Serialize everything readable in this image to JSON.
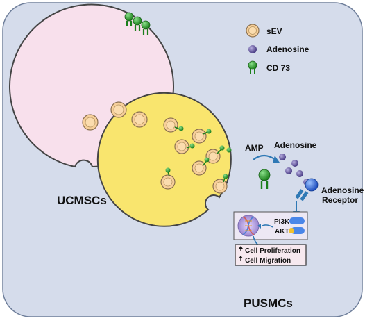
{
  "legend": {
    "sev": "sEV",
    "adenosine": "Adenosine",
    "cd73": "CD 73"
  },
  "cells": {
    "donor": "UCMSCs",
    "recipient": "PUSMCs"
  },
  "pathway": {
    "amp": "AMP",
    "adenosine": "Adenosine",
    "receptor_line1": "Adenosine",
    "receptor_line2": "Receptor",
    "pi3k": "PI3K",
    "akt": "AKT",
    "effect_1": "Cell Proliferation",
    "effect_2": "Cell Migration"
  },
  "colors": {
    "background": "#d5dceb",
    "donor_cell": "#f8e0ec",
    "recipient_cell": "#f9e56e",
    "sev_fill": "#f7cf9a",
    "adenosine": "#6a5a9e",
    "cd73": "#2ca02c",
    "receptor": "#3e7be0"
  }
}
